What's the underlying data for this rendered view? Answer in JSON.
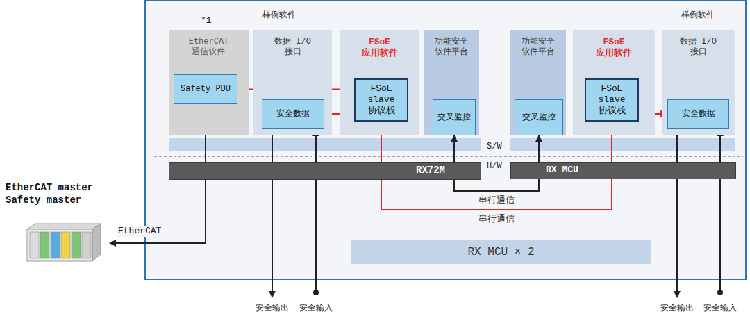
{
  "diagram": {
    "nodes": [
      {
        "text": [
          "EtherCAT 通信软件"
        ]
      },
      {
        "text": [
          "Safety PDU"
        ],
        "in": 0
      },
      {
        "text": [
          "数据 I/O 接口"
        ]
      },
      {
        "text": [
          "安全数据"
        ],
        "in": 2
      },
      {
        "text": [
          "FSoE 应用软件"
        ]
      },
      {
        "text": [
          "FSoE slave 协议栈"
        ],
        "in": 4
      },
      {
        "text": [
          "功能安全 软件平台"
        ]
      },
      {
        "text": [
          "交叉监控"
        ],
        "in": 6
      },
      {
        "text": [
          "RX72M"
        ]
      },
      {
        "text": [
          "功能安全 软件平台"
        ]
      },
      {
        "text": [
          "交叉监控"
        ],
        "in": 9
      },
      {
        "text": [
          "FSoE 应用软件"
        ]
      },
      {
        "text": [
          "FSoE slave 协议栈"
        ],
        "in": 11
      },
      {
        "text": [
          "数据 I/O 接口"
        ]
      },
      {
        "text": [
          "安全数据"
        ],
        "in": 13
      },
      {
        "text": [
          "RX MCU"
        ]
      },
      {
        "text": [
          "RX MCU × 2"
        ]
      },
      {
        "text": [
          "EtherCAT master Safety master"
        ]
      }
    ],
    "edges": [
      {
        "from": 1,
        "to": 5,
        "arrow": "both"
      },
      {
        "from": 3,
        "to": 5,
        "arrow": "both"
      },
      {
        "from": 14,
        "to": 12,
        "arrow": "both"
      },
      {
        "from": 7,
        "to": 10,
        "arrow": "both",
        "label": "串行通信"
      },
      {
        "from": 5,
        "to": 12,
        "arrow": "both",
        "label": "串行通信"
      },
      {
        "from": 1,
        "to": 17,
        "arrow": "both",
        "label": "EtherCAT"
      }
    ],
    "labels": [
      "*1",
      "样例软件",
      "样例软件",
      "S/W",
      "H/W",
      "安全输出",
      "安全输入",
      "安全输出",
      "安全输入"
    ]
  }
}
